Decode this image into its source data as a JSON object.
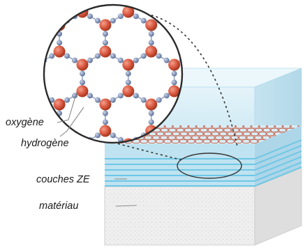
{
  "labels": {
    "oxygen": "oxygène",
    "hydrogen": "hydrogène",
    "ez_layers": "couches ZE",
    "material": "matériau"
  },
  "colors": {
    "oxygen_atom": "#d9573f",
    "hydrogen_atom": "#7f93b8",
    "water_tint": "#cfe9f3",
    "ez_layer_line": "#6ec7e6",
    "material_base": "#eeeeee",
    "lattice_line": "#c9705f"
  }
}
